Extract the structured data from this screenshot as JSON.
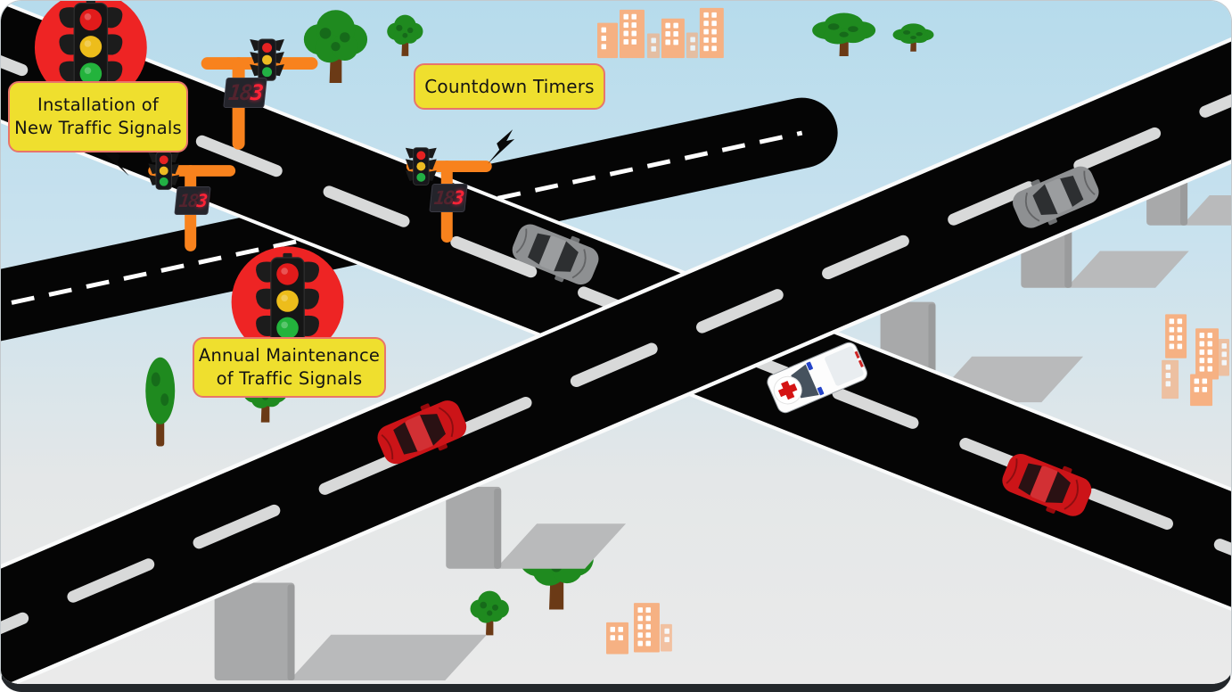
{
  "callouts": {
    "installation": {
      "text_line1": "Installation of",
      "text_line2": "New Traffic Signals"
    },
    "countdown": {
      "text_line1": "Countdown Timers"
    },
    "maintenance": {
      "text_line1": "Annual Maintenance",
      "text_line2": "of Traffic Signals"
    }
  },
  "signal_timers": [
    {
      "id": "timer-top",
      "dim_digits": "18",
      "active_digit": "3"
    },
    {
      "id": "timer-left",
      "dim_digits": "18",
      "active_digit": "3"
    },
    {
      "id": "timer-center",
      "dim_digits": "18",
      "active_digit": "3"
    }
  ],
  "colors": {
    "callout_bg": "#efdf2e",
    "callout_border": "#e8756b",
    "badge_red": "#ee2424",
    "pole_orange": "#f8821d",
    "timer_digit": "#ff2336",
    "road_black": "#050505",
    "road_dash": "#d8d9d9",
    "sky_top": "#b6dbec",
    "ground": "#eaeaea",
    "building_orange": "#f6b183"
  }
}
